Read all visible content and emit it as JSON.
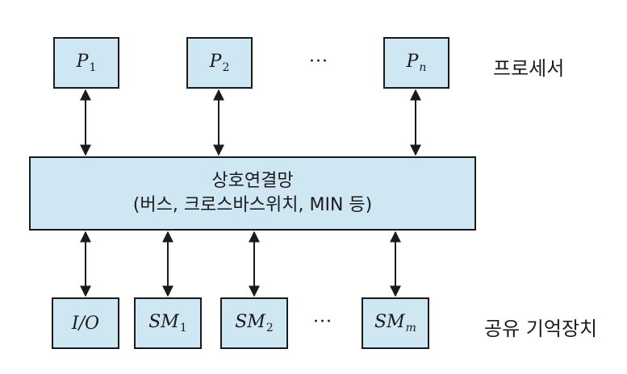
{
  "processors": {
    "p1": {
      "base": "P",
      "sub": "1"
    },
    "p2": {
      "base": "P",
      "sub": "2"
    },
    "pn": {
      "base": "P",
      "sub": "n"
    },
    "ellipsis": "···",
    "label": "프로세서"
  },
  "interconnect": {
    "title": "상호연결망",
    "subtitle": "(버스, 크로스바스위치, MIN 등)"
  },
  "memory": {
    "io": "I/O",
    "sm1": {
      "base": "SM",
      "sub": "1"
    },
    "sm2": {
      "base": "SM",
      "sub": "2"
    },
    "smm": {
      "base": "SM",
      "sub": "m"
    },
    "ellipsis": "···",
    "label": "공유 기억장치"
  },
  "colors": {
    "box_fill": "#cfe7f3",
    "stroke": "#1a1a1a"
  }
}
